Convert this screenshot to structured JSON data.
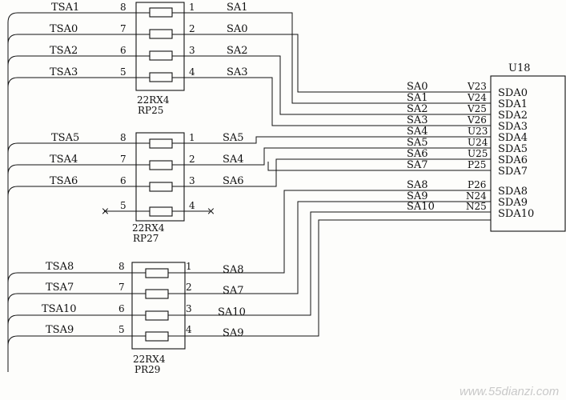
{
  "u18": {
    "name": "U18",
    "pins": [
      {
        "net": "SA0",
        "pin": "V23",
        "sda": "SDA0"
      },
      {
        "net": "SA1",
        "pin": "V24",
        "sda": "SDA1"
      },
      {
        "net": "SA2",
        "pin": "V25",
        "sda": "SDA2"
      },
      {
        "net": "SA3",
        "pin": "V26",
        "sda": "SDA3"
      },
      {
        "net": "SA4",
        "pin": "U23",
        "sda": "SDA4"
      },
      {
        "net": "SA5",
        "pin": "U24",
        "sda": "SDA5"
      },
      {
        "net": "SA6",
        "pin": "U25",
        "sda": "SDA6"
      },
      {
        "net": "SA7",
        "pin": "P25",
        "sda": "SDA7"
      },
      {
        "net": "SA8",
        "pin": "P26",
        "sda": "SDA8"
      },
      {
        "net": "SA9",
        "pin": "N24",
        "sda": "SDA9"
      },
      {
        "net": "SA10",
        "pin": "N25",
        "sda": "SDA10"
      }
    ]
  },
  "packs": [
    {
      "value": "22RX4",
      "ref": "RP25",
      "rows": [
        {
          "left": "TSA1",
          "lpin": "8",
          "rpin": "1",
          "right": "SA1"
        },
        {
          "left": "TSA0",
          "lpin": "7",
          "rpin": "2",
          "right": "SA0"
        },
        {
          "left": "TSA2",
          "lpin": "6",
          "rpin": "3",
          "right": "SA2"
        },
        {
          "left": "TSA3",
          "lpin": "5",
          "rpin": "4",
          "right": "SA3"
        }
      ]
    },
    {
      "value": "22RX4",
      "ref": "RP27",
      "rows": [
        {
          "left": "TSA5",
          "lpin": "8",
          "rpin": "1",
          "right": "SA5"
        },
        {
          "left": "TSA4",
          "lpin": "7",
          "rpin": "2",
          "right": "SA4"
        },
        {
          "left": "TSA6",
          "lpin": "6",
          "rpin": "3",
          "right": "SA6"
        },
        {
          "left": "",
          "lpin": "5",
          "rpin": "4",
          "right": ""
        }
      ]
    },
    {
      "value": "22RX4",
      "ref": "PR29",
      "rows": [
        {
          "left": "TSA8",
          "lpin": "8",
          "rpin": "1",
          "right": "SA8"
        },
        {
          "left": "TSA7",
          "lpin": "7",
          "rpin": "2",
          "right": "SA7"
        },
        {
          "left": "TSA10",
          "lpin": "6",
          "rpin": "3",
          "right": "SA10"
        },
        {
          "left": "TSA9",
          "lpin": "5",
          "rpin": "4",
          "right": "SA9"
        }
      ]
    }
  ],
  "watermark": "www.55dianzi.com"
}
